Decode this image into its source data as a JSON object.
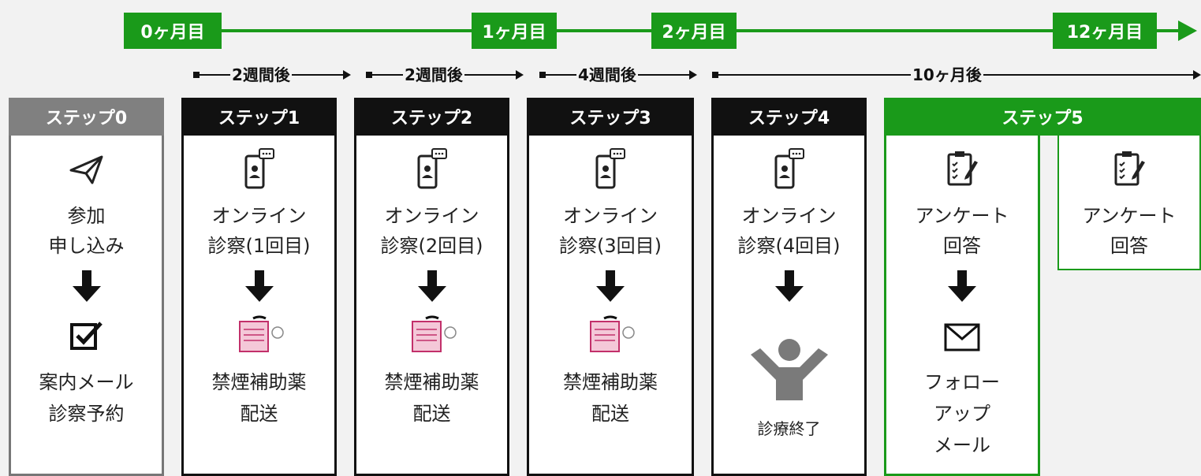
{
  "timeline": {
    "months": [
      "0ヶ月目",
      "1ヶ月目",
      "2ヶ月目",
      "12ヶ月目"
    ],
    "intervals": [
      "2週間後",
      "2週間後",
      "4週間後",
      "10ヶ月後"
    ],
    "color": "#1a9a1a"
  },
  "steps": [
    {
      "title": "ステップ0",
      "line1": "参加",
      "line2": "申し込み",
      "result1": "案内メール",
      "result2": "診察予約"
    },
    {
      "title": "ステップ1",
      "line1": "オンライン",
      "line2": "診察(1回目)",
      "result1": "禁煙補助薬",
      "result2": "配送"
    },
    {
      "title": "ステップ2",
      "line1": "オンライン",
      "line2": "診察(2回目)",
      "result1": "禁煙補助薬",
      "result2": "配送"
    },
    {
      "title": "ステップ3",
      "line1": "オンライン",
      "line2": "診察(3回目)",
      "result1": "禁煙補助薬",
      "result2": "配送"
    },
    {
      "title": "ステップ4",
      "line1": "オンライン",
      "line2": "診察(4回目)",
      "result1": "診療終了"
    },
    {
      "title": "ステップ5",
      "line1": "アンケート",
      "line2": "回答",
      "result1": "フォロー",
      "result2": "アップ",
      "result3": "メール",
      "extra1": "アンケート",
      "extra2": "回答"
    }
  ],
  "icons": {
    "apply": "paper-plane-icon",
    "reservation": "checkbox-icon",
    "consult": "smartphone-chat-icon",
    "medicine": "medicine-package-icon",
    "finish": "person-celebrating-icon",
    "survey": "clipboard-icon",
    "mail": "envelope-icon"
  }
}
